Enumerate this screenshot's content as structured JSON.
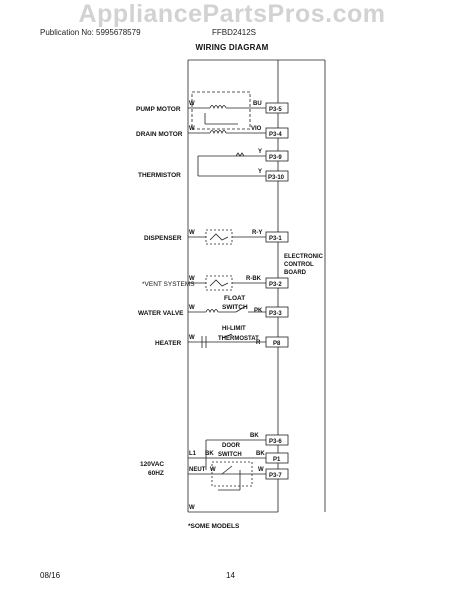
{
  "watermark": "AppliancePartsPros.com",
  "publication": "Publication No: 5995678579",
  "model": "FFBD2412S",
  "title": "WIRING DIAGRAM",
  "footer": {
    "date": "08/16",
    "page": "14"
  },
  "note": "*SOME MODELS",
  "board": [
    "ELECTRONIC",
    "CONTROL",
    "BOARD"
  ],
  "components": {
    "pump_motor": "PUMP MOTOR",
    "drain_motor": "DRAIN MOTOR",
    "thermistor": "THERMISTOR",
    "dispenser": "DISPENSER",
    "vent_systems": "*VENT SYSTEMS",
    "water_valve": "WATER VALVE",
    "heater": "HEATER",
    "supply_line1": "120VAC",
    "supply_line2": "60HZ",
    "float_switch": [
      "FLOAT",
      "SWITCH"
    ],
    "hi_limit": [
      "HI-LIMIT",
      "THERMOSTAT"
    ],
    "door_switch": [
      "DOOR",
      "SWITCH"
    ]
  },
  "wires": {
    "pump": [
      "W",
      "BU"
    ],
    "drain": [
      "W",
      "VIO"
    ],
    "thermistor": [
      "Y",
      "Y"
    ],
    "dispenser": [
      "W",
      "R-Y"
    ],
    "vent": [
      "W",
      "R-BK"
    ],
    "valve": [
      "W",
      "PK"
    ],
    "heater": [
      "W",
      "R"
    ],
    "door_top": "BK",
    "l1": [
      "L1",
      "BK",
      "BK"
    ],
    "neut": [
      "NEUT",
      "W",
      "W"
    ],
    "bottom": "W"
  },
  "connectors": [
    "P3-5",
    "P3-4",
    "P3-9",
    "P3-10",
    "P3-1",
    "P3-2",
    "P3-3",
    "P8",
    "P3-6",
    "P1",
    "P3-7"
  ]
}
